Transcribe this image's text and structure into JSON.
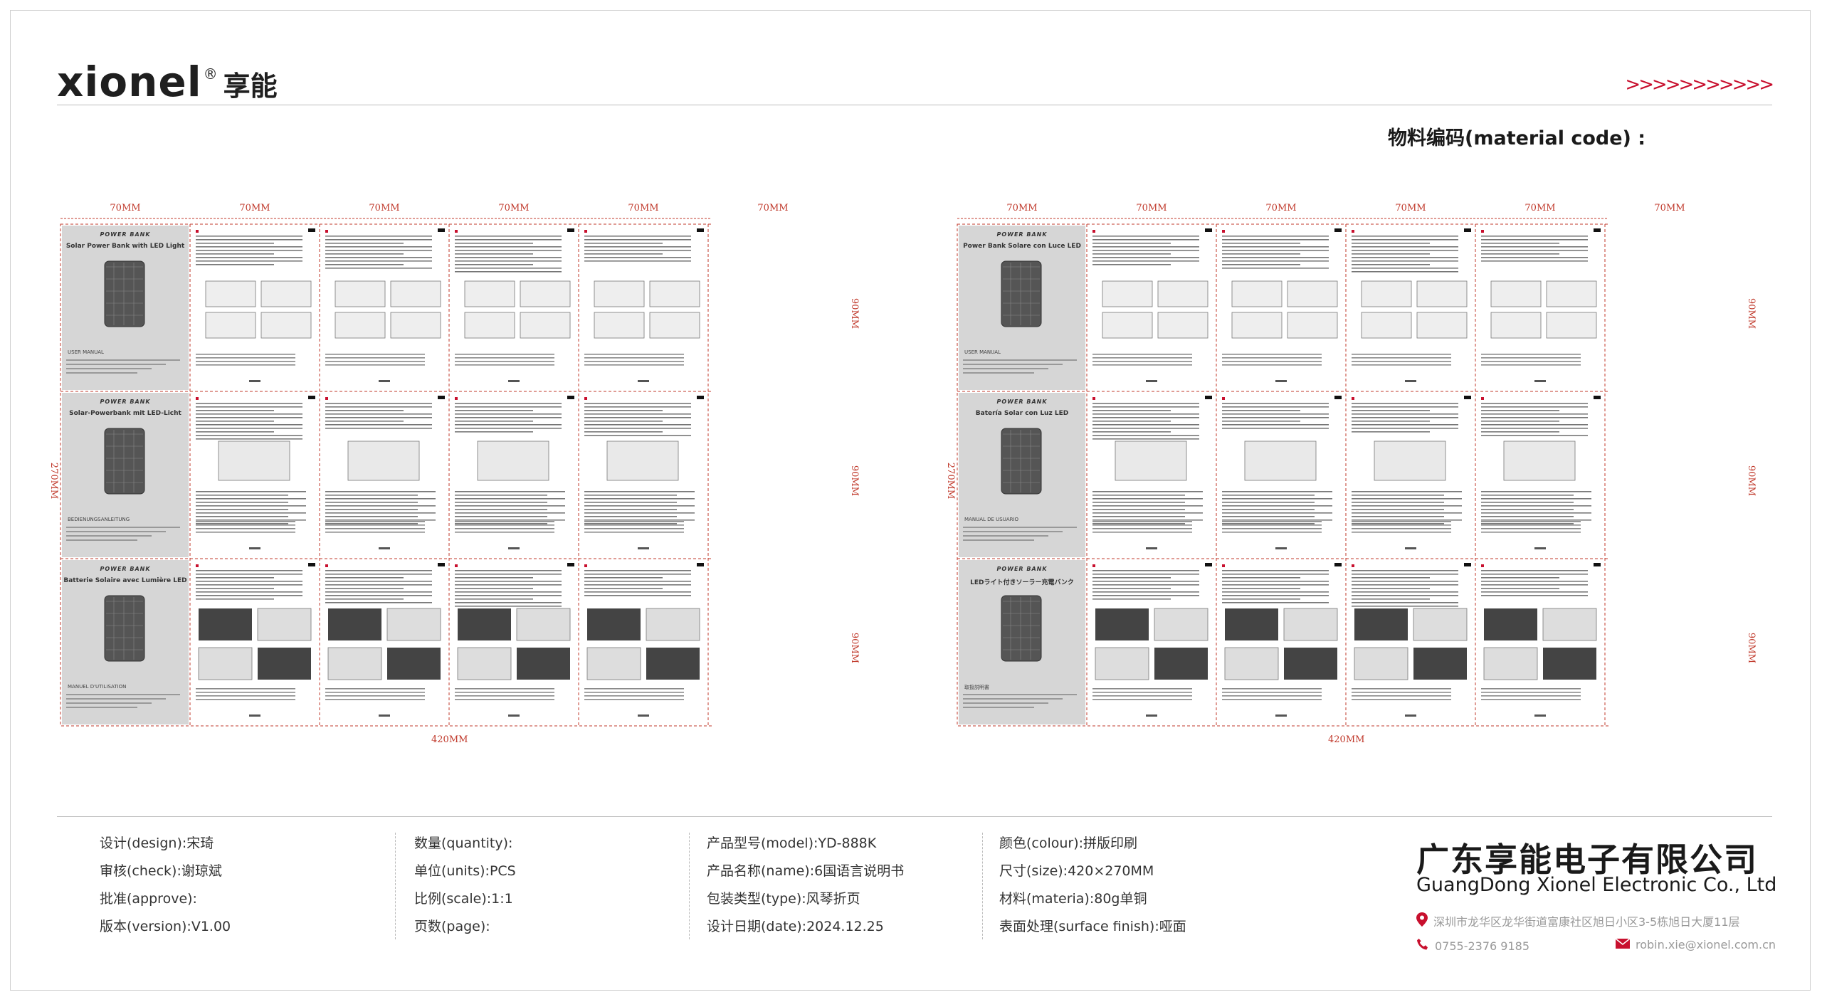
{
  "brand": {
    "wordmark": "xionel",
    "registered": "®",
    "chinese": "享能"
  },
  "header": {
    "chevrons": ">>>>>>>>>>>",
    "material_code": "物料编码(material code) :"
  },
  "sheets": [
    {
      "col_labels": [
        "70MM",
        "70MM",
        "70MM",
        "70MM",
        "70MM",
        "70MM"
      ],
      "width_label": "420MM",
      "height_label": "270MM",
      "row_labels": [
        "90MM",
        "90MM",
        "90MM"
      ],
      "rows": [
        {
          "brand": "POWER BANK",
          "title": "Solar Power Bank with LED Light",
          "manual": "USER MANUAL"
        },
        {
          "brand": "POWER BANK",
          "title": "Solar-Powerbank mit LED-Licht",
          "manual": "BEDIENUNGSANLEITUNG"
        },
        {
          "brand": "POWER BANK",
          "title": "Batterie Solaire avec Lumière LED",
          "manual": "MANUEL D'UTILISATION"
        }
      ]
    },
    {
      "col_labels": [
        "70MM",
        "70MM",
        "70MM",
        "70MM",
        "70MM",
        "70MM"
      ],
      "width_label": "420MM",
      "height_label": "270MM",
      "row_labels": [
        "90MM",
        "90MM",
        "90MM"
      ],
      "rows": [
        {
          "brand": "POWER BANK",
          "title": "Power Bank Solare con Luce LED",
          "manual": "USER MANUAL"
        },
        {
          "brand": "POWER BANK",
          "title": "Batería Solar con Luz LED",
          "manual": "MANUAL DE USUARIO"
        },
        {
          "brand": "POWER BANK",
          "title": "LEDライト付きソーラー充電バンク",
          "manual": "取扱説明書"
        }
      ]
    }
  ],
  "info": {
    "col1": [
      "设计(design):宋琦",
      "审核(check):谢琼斌",
      "批准(approve):",
      "版本(version):V1.00"
    ],
    "col2": [
      "数量(quantity):",
      "单位(units):PCS",
      "比例(scale):1:1",
      "页数(page):"
    ],
    "col3": [
      "产品型号(model):YD-888K",
      "产品名称(name):6国语言说明书",
      "包装类型(type):风琴折页",
      "设计日期(date):2024.12.25"
    ],
    "col4": [
      "颜色(colour):拼版印刷",
      "尺寸(size):420×270MM",
      "材料(materia):80g单铜",
      "表面处理(surface finish):哑面"
    ]
  },
  "company": {
    "name_cn": "广东享能电子有限公司",
    "name_en": "GuangDong Xionel Electronic Co., Ltd",
    "address": "深圳市龙华区龙华街道富康社区旭日小区3-5栋旭日大厦11层",
    "phone": "0755-2376 9185",
    "email": "robin.xie@xionel.com.cn"
  },
  "colors": {
    "accent": "#c8102e",
    "dim": "#c0392b",
    "text": "#222222"
  },
  "icons": [
    "location-icon",
    "phone-icon",
    "mail-icon"
  ]
}
